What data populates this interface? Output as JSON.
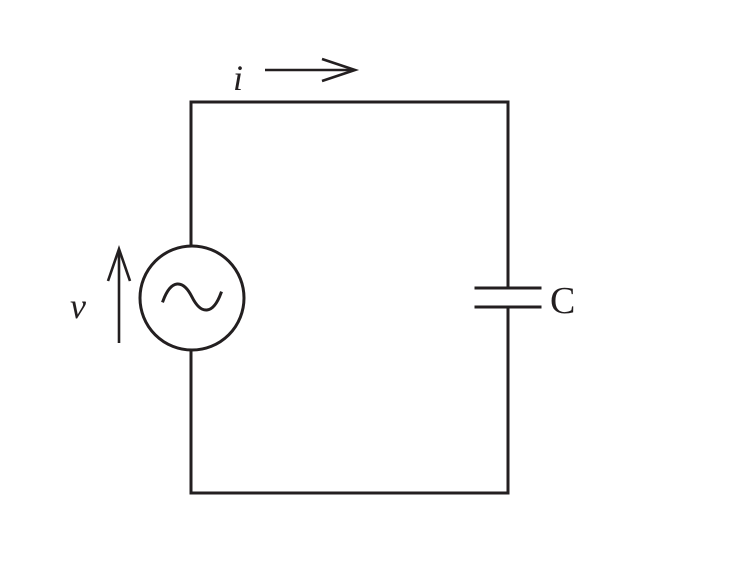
{
  "diagram": {
    "current_label": "i",
    "voltage_label": "v",
    "capacitor_label": "C",
    "source_icon": "ac-source-sine-icon",
    "capacitor_icon": "capacitor-icon",
    "arrow_icon": "arrow-icon",
    "line_color": "#231f20"
  }
}
